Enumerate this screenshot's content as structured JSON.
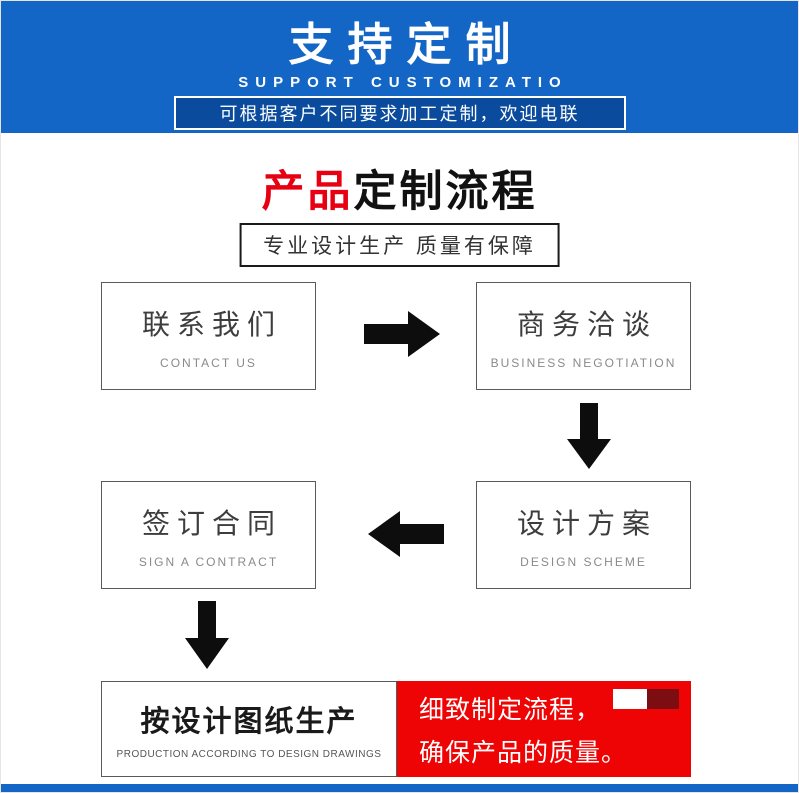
{
  "banner": {
    "title": "支持定制",
    "subtitle": "SUPPORT CUSTOMIZATIO",
    "note": "可根据客户不同要求加工定制，欢迎电联",
    "bg_color": "#1365c6",
    "note_bg_color": "#0a4b9d"
  },
  "section": {
    "title_red": "产品",
    "title_rest": "定制流程",
    "title_red_color": "#e60012",
    "tagline": "专业设计生产 质量有保障"
  },
  "flow": {
    "steps": [
      {
        "zh": "联系我们",
        "en": "CONTACT US"
      },
      {
        "zh": "商务洽谈",
        "en": "BUSINESS NEGOTIATION"
      },
      {
        "zh": "设计方案",
        "en": "DESIGN SCHEME"
      },
      {
        "zh": "签订合同",
        "en": "SIGN A CONTRACT"
      },
      {
        "zh": "按设计图纸生产",
        "en": "PRODUCTION ACCORDING TO DESIGN DRAWINGS"
      }
    ],
    "arrow_directions": [
      "right",
      "down",
      "left",
      "down"
    ],
    "arrow_color": "#0d0d0d",
    "callout": {
      "line1": "细致制定流程，",
      "line2": "确保产品的质量。",
      "bg_color": "#ee0404",
      "accent_dark_color": "#7c0d10",
      "accent_light_color": "#ffffff"
    }
  }
}
